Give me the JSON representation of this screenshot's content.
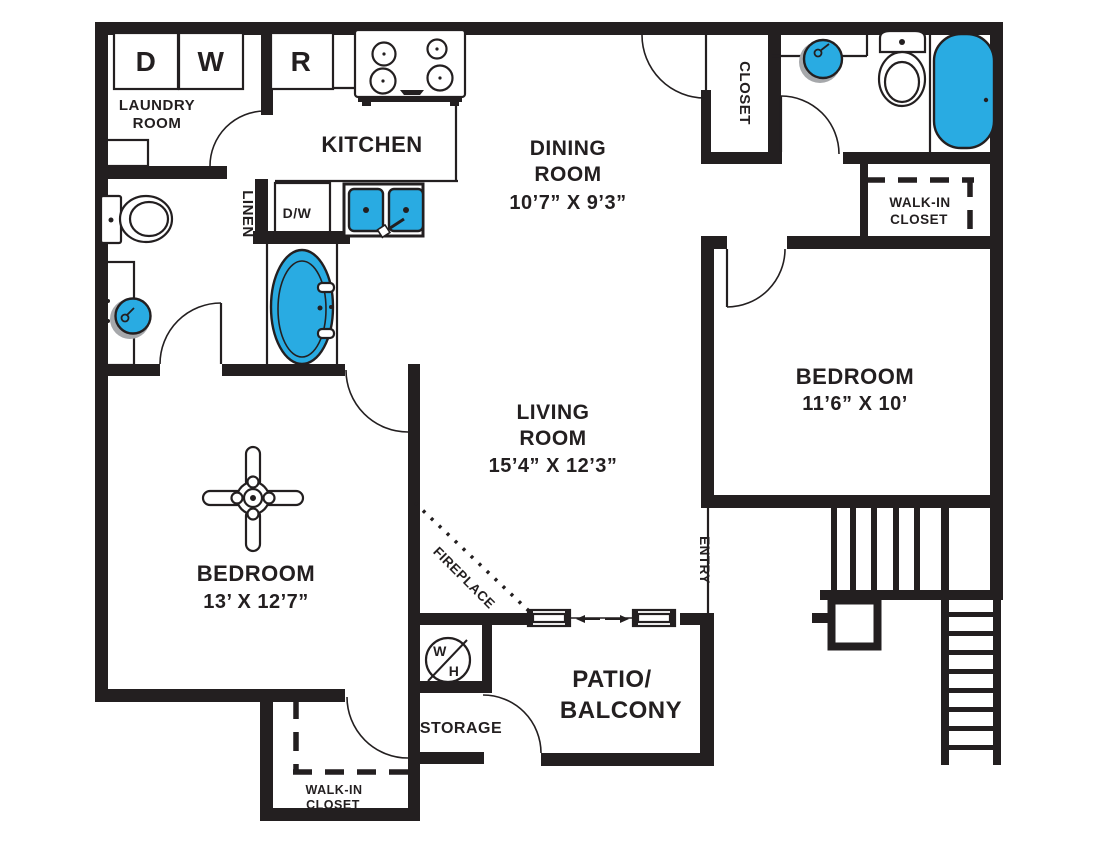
{
  "floorplan": {
    "colors": {
      "wall": "#231F20",
      "fixture_blue": "#29ABE2",
      "shadow_grey": "#A6A8AB",
      "background": "#FFFFFF"
    },
    "laundry": {
      "line1": "LAUNDRY",
      "line2": "ROOM",
      "dryer": "D",
      "washer": "W"
    },
    "kitchen": {
      "name": "KITCHEN",
      "refrigerator": "R",
      "dishwasher": "D/W"
    },
    "linen": {
      "name": "LINEN"
    },
    "dining": {
      "line1": "DINING",
      "line2": "ROOM",
      "dims": "10’7” X 9’3”"
    },
    "hall_closet": {
      "name": "CLOSET"
    },
    "walk_in_closet_top": {
      "line1": "WALK-IN",
      "line2": "CLOSET"
    },
    "bedroom_right": {
      "name": "BEDROOM",
      "dims": "11’6” X 10’"
    },
    "living": {
      "line1": "LIVING",
      "line2": "ROOM",
      "dims": "15’4” X 12’3”"
    },
    "fireplace": {
      "name": "FIREPLACE"
    },
    "entry": {
      "name": "ENTRY"
    },
    "bedroom_left": {
      "name": "BEDROOM",
      "dims": "13’ X 12’7”"
    },
    "walk_in_closet_bottom": {
      "line1": "WALK-IN",
      "line2": "CLOSET"
    },
    "storage": {
      "name": "STORAGE"
    },
    "patio": {
      "line1": "PATIO/",
      "line2": "BALCONY"
    },
    "water_heater": {
      "top": "W",
      "bottom": "H"
    }
  }
}
